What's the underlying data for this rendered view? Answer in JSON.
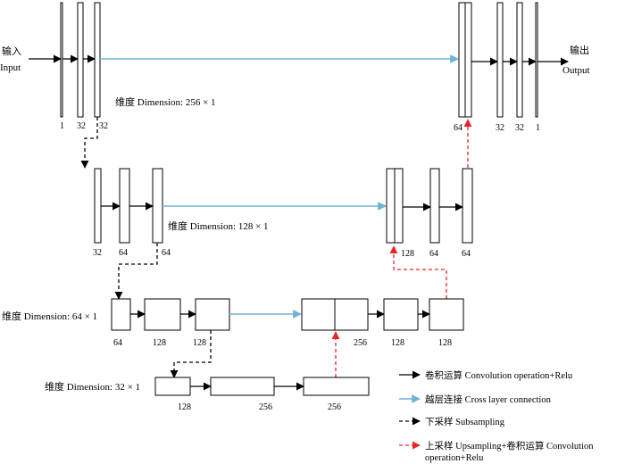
{
  "io": {
    "input_cn": "输入",
    "input_en": "Input",
    "output_cn": "输出",
    "output_en": "Output"
  },
  "level1": {
    "dimension": "维度 Dimension: 256 × 1",
    "enc_labels": [
      "1",
      "32",
      "32"
    ],
    "dec_labels": [
      "64",
      "32",
      "32",
      "1"
    ]
  },
  "level2": {
    "dimension": "维度 Dimension: 128 × 1",
    "enc_labels": [
      "32",
      "64",
      "64"
    ],
    "dec_labels": [
      "128",
      "64",
      "64"
    ]
  },
  "level3": {
    "dimension": "维度 Dimension: 64 × 1",
    "enc_labels": [
      "64",
      "128",
      "128"
    ],
    "dec_labels": [
      "256",
      "128",
      "128"
    ]
  },
  "level4": {
    "dimension": "维度 Dimension: 32 × 1",
    "labels": [
      "128",
      "256",
      "256"
    ]
  },
  "legend": {
    "conv": "卷积运算 Convolution operation+Relu",
    "cross": "越层连接 Cross layer connection",
    "down": "下采样 Subsampling",
    "up_line1": "上采样 Upsampling+卷积运算 Convolution",
    "up_line2": "operation+Relu"
  },
  "colors": {
    "conv": "#000000",
    "cross": "#6fb3d2",
    "down": "#000000",
    "up": "#e8252a"
  }
}
